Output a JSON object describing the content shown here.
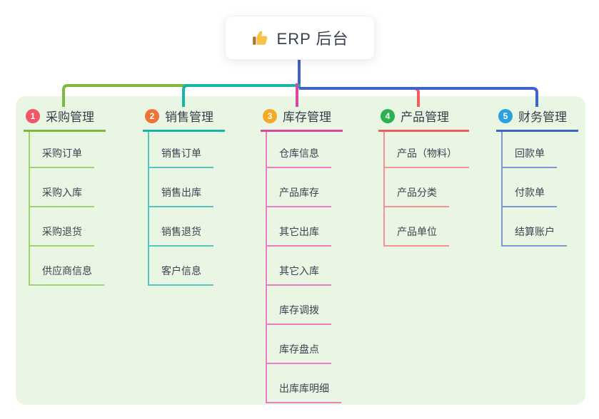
{
  "root": {
    "label": "ERP 后台",
    "icon": "thumbs-up-icon"
  },
  "canvas": {
    "background": "#e9f6e4"
  },
  "branches": [
    {
      "badge": "1",
      "title": "采购管理",
      "color": "#7cb93f",
      "child_color": "#9ed46f",
      "badge_color": "#f1566b",
      "children": [
        "采购订单",
        "采购入库",
        "采购退货",
        "供应商信息"
      ]
    },
    {
      "badge": "2",
      "title": "销售管理",
      "color": "#16b3ab",
      "child_color": "#56c5bd",
      "badge_color": "#ed7337",
      "children": [
        "销售订单",
        "销售出库",
        "销售退货",
        "客户信息"
      ]
    },
    {
      "badge": "3",
      "title": "库存管理",
      "color": "#d6499e",
      "child_color": "#e77fc1",
      "badge_color": "#f7a824",
      "children": [
        "仓库信息",
        "产品库存",
        "其它出库",
        "其它入库",
        "库存调拨",
        "库存盘点",
        "出库库明细"
      ]
    },
    {
      "badge": "4",
      "title": "产品管理",
      "color": "#f15d5c",
      "child_color": "#f59392",
      "badge_color": "#2cb14e",
      "children": [
        "产品（物料）",
        "产品分类",
        "产品单位"
      ]
    },
    {
      "badge": "5",
      "title": "财务管理",
      "color": "#3f63c9",
      "child_color": "#7d96d8",
      "badge_color": "#2ea0dd",
      "children": [
        "回款单",
        "付款单",
        "结算账户"
      ]
    }
  ]
}
